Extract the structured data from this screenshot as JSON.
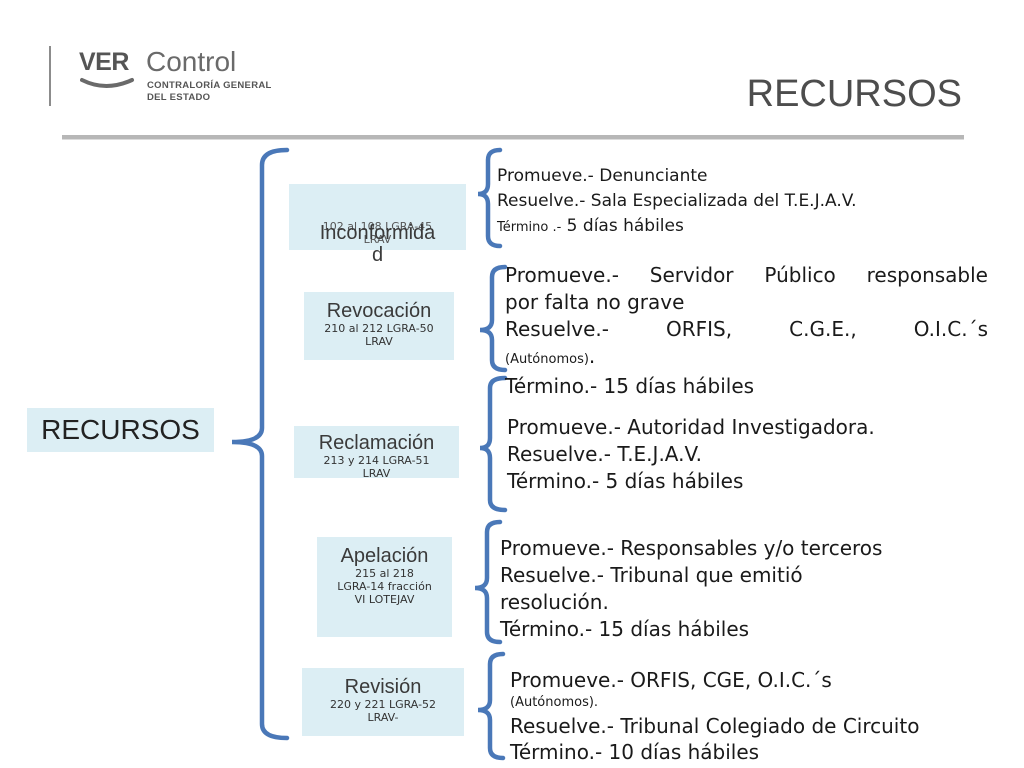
{
  "header": {
    "logo_ver": "VER",
    "logo_control": "Control",
    "logo_sub_line1": "CONTRALORÍA GENERAL",
    "logo_sub_line2": "DEL ESTADO",
    "title": "RECURSOS"
  },
  "colors": {
    "box_fill": "#dceef4",
    "bracket": "#4a78b8",
    "rule": "#b7b7b7"
  },
  "diagram": {
    "root": "RECURSOS",
    "nodes": [
      {
        "title": "Inconformidad",
        "title_line1": "Inconformida",
        "title_line2": "d",
        "ref_line1": "102 al 108 LGRA-45",
        "ref_line2": "LRAV",
        "details": {
          "promueve_label": "Promueve.-",
          "promueve": " Denunciante",
          "resuelve_label": "Resuelve.-",
          "resuelve": " Sala Especializada del ",
          "resuelve_b": "T.E.J.A.V.",
          "termino_label": "Término .-",
          "termino": " 5 días hábiles"
        }
      },
      {
        "title": "Revocación",
        "ref_line1": "210 al 212 LGRA-50",
        "ref_line2": "LRAV",
        "details": {
          "promueve_label": "Promueve.-",
          "promueve": " Servidor Público responsable",
          "promueve_cont": "por falta no grave",
          "resuelve_label": "Resuelve.-",
          "resuelve": " ORFIS, C.G.E., O.I.C.´s",
          "resuelve_small": "(Autónomos)",
          "resuelve_end": ".",
          "termino_label": "Término.-",
          "termino": " 15 días hábiles"
        }
      },
      {
        "title": "Reclamación",
        "ref_line1": "213 y 214 LGRA-51",
        "ref_line2": "LRAV",
        "details": {
          "promueve_label": "Promueve.-",
          "promueve": " Autoridad Investigadora.",
          "resuelve_label": "Resuelve.-",
          "resuelve": " ",
          "resuelve_b": "T.E.J.A.V.",
          "termino_label": "Término.-",
          "termino": " 5 días hábiles"
        }
      },
      {
        "title": "Apelación",
        "ref_line1": "215 al 218",
        "ref_line2": "LGRA-14 fracción",
        "ref_line3": "VI LOTEJAV",
        "details": {
          "promueve_label": "Promueve.-",
          "promueve": " Responsables y/o terceros",
          "resuelve_label": "Resuelve.-",
          "resuelve": " Tribunal que emitió",
          "resuelve_cont": "resolución.",
          "termino_label": "Término.-",
          "termino": " 15 días hábiles"
        }
      },
      {
        "title": "Revisión",
        "ref_line1": "220 y 221 LGRA-52",
        "ref_line2": "LRAV-",
        "details": {
          "promueve_label": "Promueve.-",
          "promueve": " ORFIS, CGE, O.I.C.´s",
          "promueve_small": "(Autónomos).",
          "resuelve_label": "Resuelve.-",
          "resuelve": " Tribunal Colegiado de Circuito",
          "termino_label": "Término.-",
          "termino": " 10 días hábiles"
        }
      }
    ]
  }
}
